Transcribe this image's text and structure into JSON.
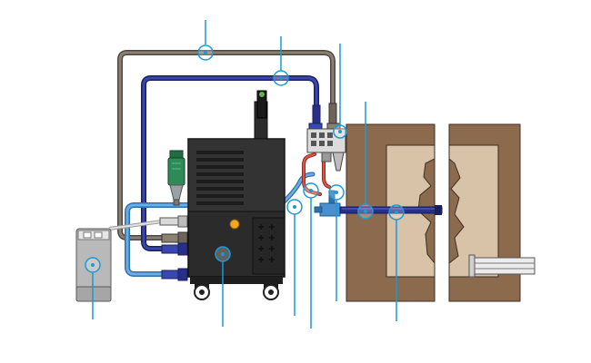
{
  "diagram": {
    "colors": {
      "callout": "#1a9ad6",
      "hose_brown": "#6e6458",
      "hose_navy": "#26308a",
      "hose_blue": "#4a90cf",
      "hose_red": "#c0392b",
      "hose_grey": "#cfcfcf",
      "unit_body": "#2b2b2b",
      "unit_panel": "#3a3a3a",
      "indicator": "#f5a623",
      "mold_outer": "#8b6a4e",
      "mold_cavity": "#d8c2a8",
      "filter_green": "#2e8b57",
      "canister": "#b9b9b9"
    },
    "components": [
      {
        "id": "hose-brown-loop",
        "icon": "hose"
      },
      {
        "id": "hose-navy-loop",
        "icon": "hose"
      },
      {
        "id": "hose-blue-supply",
        "icon": "hose"
      },
      {
        "id": "control-unit",
        "icon": "machine"
      },
      {
        "id": "filter-cartridge",
        "icon": "filter"
      },
      {
        "id": "fluid-canister",
        "icon": "canister"
      },
      {
        "id": "manifold",
        "icon": "valve-block"
      },
      {
        "id": "quick-coupler",
        "icon": "coupler"
      },
      {
        "id": "probe-lance",
        "icon": "probe"
      },
      {
        "id": "mold-left-half",
        "icon": "mold"
      },
      {
        "id": "mold-right-half",
        "icon": "mold"
      },
      {
        "id": "ejector-clamp",
        "icon": "clamp"
      }
    ],
    "callouts": [
      {
        "id": "callout-brown-hose",
        "icon": "callout-dot"
      },
      {
        "id": "callout-navy-hose",
        "icon": "callout-dot"
      },
      {
        "id": "callout-manifold-top",
        "icon": "callout-dot"
      },
      {
        "id": "callout-manifold-valve",
        "icon": "callout-dot"
      },
      {
        "id": "callout-probe-tip",
        "icon": "callout-dot"
      },
      {
        "id": "callout-canister",
        "icon": "callout-dot"
      },
      {
        "id": "callout-control-unit",
        "icon": "callout-dot"
      },
      {
        "id": "callout-blue-hose",
        "icon": "callout-dot"
      },
      {
        "id": "callout-red-hose",
        "icon": "callout-dot"
      },
      {
        "id": "callout-coupler",
        "icon": "callout-dot"
      },
      {
        "id": "callout-probe-shaft",
        "icon": "callout-dot"
      }
    ]
  }
}
